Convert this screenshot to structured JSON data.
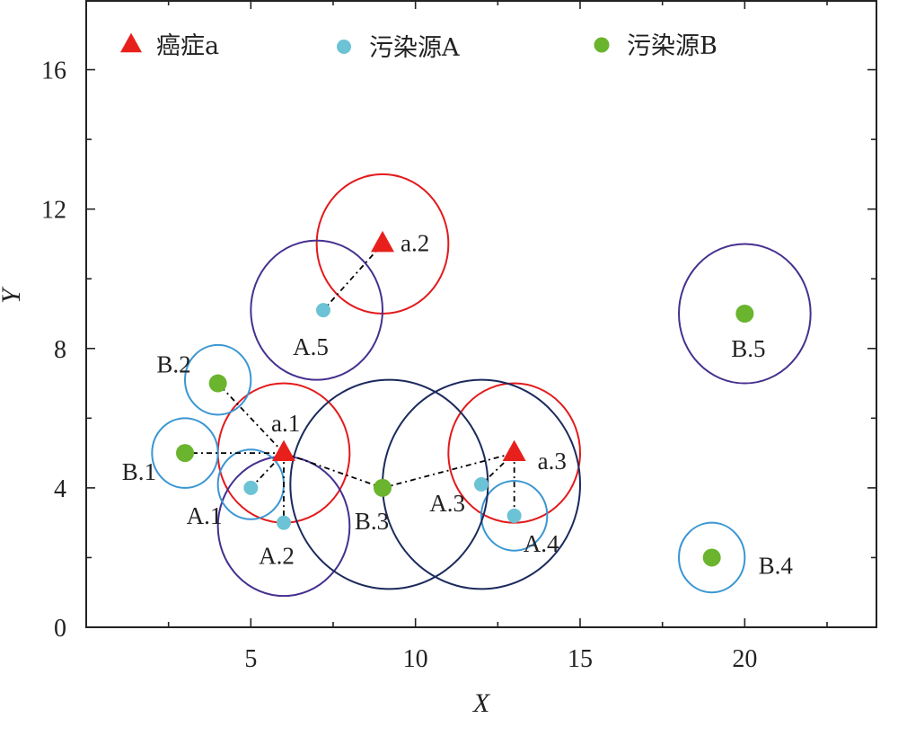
{
  "chart_data": {
    "type": "scatter",
    "title": "",
    "xlabel": "X",
    "ylabel": "Y",
    "xlim": [
      0,
      24
    ],
    "ylim": [
      0,
      18
    ],
    "x_ticks": [
      5,
      10,
      15,
      20
    ],
    "y_ticks": [
      0,
      4,
      8,
      12,
      16
    ],
    "grid": false,
    "legend_position": "top",
    "colors": {
      "cancer": "#e8201c",
      "sourceA": "#6cc3d5",
      "sourceB": "#6ab42e",
      "circle_red": "#e31a1c",
      "circle_light_blue": "#3a96d2",
      "circle_purple": "#46308f",
      "circle_navy": "#1b2a5c",
      "link": "#000000"
    },
    "series": [
      {
        "name": "癌症a",
        "marker": "triangle",
        "points": [
          {
            "label": "a.1",
            "x": 6,
            "y": 5
          },
          {
            "label": "a.2",
            "x": 9,
            "y": 11
          },
          {
            "label": "a.3",
            "x": 13,
            "y": 5
          }
        ]
      },
      {
        "name": "污染源A",
        "marker": "circle-small",
        "points": [
          {
            "label": "A.1",
            "x": 5,
            "y": 4
          },
          {
            "label": "A.2",
            "x": 6,
            "y": 3
          },
          {
            "label": "A.3",
            "x": 12,
            "y": 4.1
          },
          {
            "label": "A.4",
            "x": 13,
            "y": 3.2
          },
          {
            "label": "A.5",
            "x": 7.2,
            "y": 9.1
          }
        ]
      },
      {
        "name": "污染源B",
        "marker": "circle",
        "points": [
          {
            "label": "B.1",
            "x": 3,
            "y": 5
          },
          {
            "label": "B.2",
            "x": 4,
            "y": 7
          },
          {
            "label": "B.3",
            "x": 9,
            "y": 4
          },
          {
            "label": "B.4",
            "x": 19,
            "y": 2
          },
          {
            "label": "B.5",
            "x": 20,
            "y": 9
          }
        ]
      }
    ],
    "circles": [
      {
        "cx": 9,
        "cy": 11,
        "r": 2,
        "color": "circle_red"
      },
      {
        "cx": 6,
        "cy": 5,
        "r": 2,
        "color": "circle_red"
      },
      {
        "cx": 13,
        "cy": 5,
        "r": 2,
        "color": "circle_red"
      },
      {
        "cx": 7,
        "cy": 9.1,
        "r": 2,
        "color": "circle_purple"
      },
      {
        "cx": 6,
        "cy": 2.9,
        "r": 2,
        "color": "circle_purple"
      },
      {
        "cx": 20,
        "cy": 9,
        "r": 2,
        "color": "circle_purple"
      },
      {
        "cx": 4,
        "cy": 7.1,
        "r": 1,
        "color": "circle_light_blue"
      },
      {
        "cx": 3,
        "cy": 5,
        "r": 1,
        "color": "circle_light_blue"
      },
      {
        "cx": 5,
        "cy": 4.1,
        "r": 1,
        "color": "circle_light_blue"
      },
      {
        "cx": 13,
        "cy": 3.2,
        "r": 1,
        "color": "circle_light_blue"
      },
      {
        "cx": 19,
        "cy": 2,
        "r": 1,
        "color": "circle_light_blue"
      },
      {
        "cx": 9.2,
        "cy": 4.1,
        "r": 3,
        "color": "circle_navy"
      },
      {
        "cx": 12,
        "cy": 4.1,
        "r": 3,
        "color": "circle_navy"
      }
    ],
    "links": [
      {
        "from": [
          6,
          5
        ],
        "to": [
          3,
          5
        ]
      },
      {
        "from": [
          6,
          5
        ],
        "to": [
          4,
          7
        ]
      },
      {
        "from": [
          6,
          5
        ],
        "to": [
          5,
          4
        ]
      },
      {
        "from": [
          6,
          5
        ],
        "to": [
          6,
          3
        ]
      },
      {
        "from": [
          6,
          5
        ],
        "to": [
          9,
          4
        ]
      },
      {
        "from": [
          9,
          4
        ],
        "to": [
          13,
          5
        ]
      },
      {
        "from": [
          13,
          5
        ],
        "to": [
          12,
          4.1
        ]
      },
      {
        "from": [
          13,
          5
        ],
        "to": [
          13,
          3.2
        ]
      },
      {
        "from": [
          9,
          11
        ],
        "to": [
          7.2,
          9.1
        ]
      }
    ]
  }
}
